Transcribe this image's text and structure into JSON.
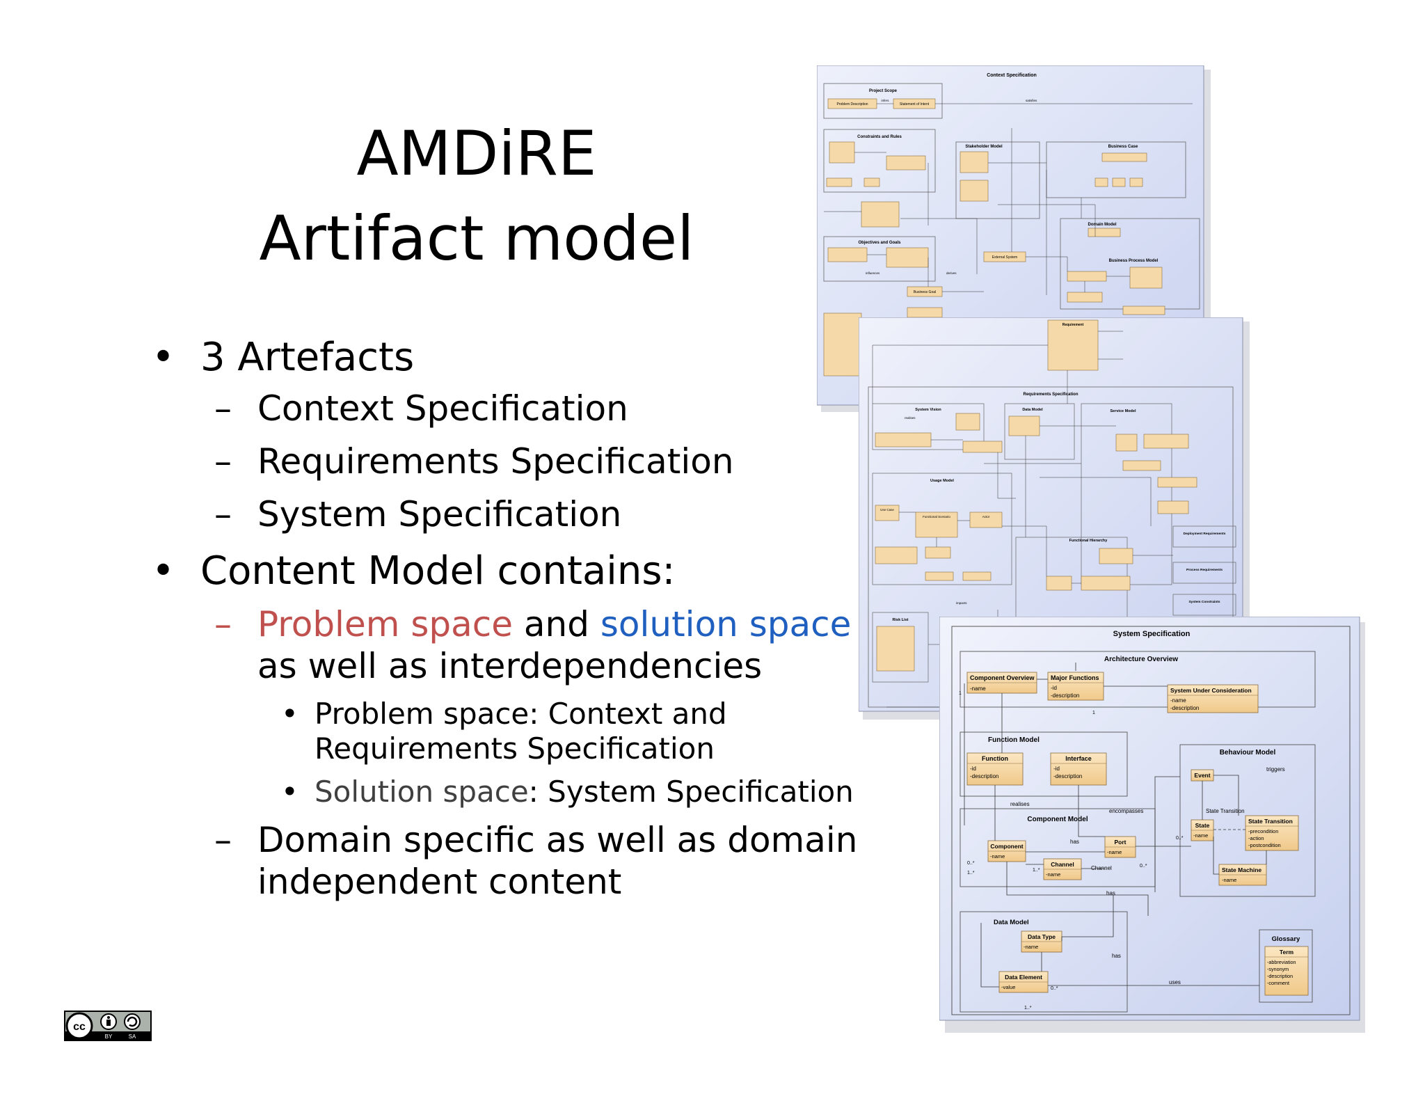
{
  "slide": {
    "title_line1": "AMDiRE",
    "title_line2": "Artifact model",
    "bullets": {
      "b1": "3 Artefacts",
      "b1_sub": [
        "Context Specification",
        "Requirements Specification",
        "System Specification"
      ],
      "b2": "Content Model contains:",
      "b2_sub1_part1": "Problem space",
      "b2_sub1_part2": " and ",
      "b2_sub1_part3": "solution space",
      "b2_sub1_line2": "as well as interdependencies",
      "b2_sub1_sub1_line1": "Problem space: Context and",
      "b2_sub1_sub1_line2": "Requirements Specification",
      "b2_sub1_sub2_part1": "Solution space",
      "b2_sub1_sub2_part2": ": System Specification",
      "b2_sub2_line1": "Domain specific as well as domain",
      "b2_sub2_line2": "independent content"
    },
    "bullet_glyph": "•",
    "dash_glyph": "–"
  },
  "diagram_context": {
    "title": "Context Specification",
    "labels": [
      "Project Scope",
      "Problem Description",
      "Statement of Intent",
      "Constraints and Rules",
      "Stakeholder Model",
      "Business Case",
      "Objectives and Goals",
      "Domain Model",
      "Business Process Model",
      "Business Goal",
      "External System",
      "infers",
      "satisfies",
      "influences",
      "derives"
    ]
  },
  "diagram_requirements": {
    "title": "Requirements Specification",
    "labels": [
      "Requirement",
      "System Vision",
      "Data Model",
      "Service Model",
      "Usage Model",
      "Functional Hierarchy",
      "Risk List",
      "Deployment Requirements",
      "Process Requirements",
      "System Constraints",
      "Use Case",
      "Functional Scenario",
      "Actor",
      "impacts",
      "realises"
    ]
  },
  "diagram_system": {
    "title": "System Specification",
    "architecture_overview": "Architecture Overview",
    "component_overview": "Component Overview",
    "component_overview_attr": "-name",
    "major_functions": "Major Functions",
    "major_functions_attrs": [
      "-id",
      "-description"
    ],
    "system_under_consideration": "System Under Consideration",
    "suc_attrs": [
      "-name",
      "-description"
    ],
    "function_model": "Function Model",
    "function": "Function",
    "function_attrs": [
      "-id",
      "-description"
    ],
    "interface": "Interface",
    "interface_attrs": [
      "-id",
      "-description"
    ],
    "behaviour_model": "Behaviour Model",
    "event": "Event",
    "triggers": "triggers",
    "state_transition_label": "State Transition",
    "state": "State",
    "state_attr": "-name",
    "state_transition": "State Transition",
    "state_transition_attrs": [
      "-precondition",
      "-action",
      "-postcondition"
    ],
    "state_machine": "State Machine",
    "state_machine_attr": "-name",
    "component_model": "Component Model",
    "component": "Component",
    "component_attr": "-name",
    "port": "Port",
    "port_attr": "-name",
    "channel": "Channel",
    "channel_attr": "-name",
    "channel_label": "Channel",
    "realises": "realises",
    "encompasses": "encompasses",
    "has": "has",
    "data_model": "Data Model",
    "data_type": "Data Type",
    "data_type_attr": "-name",
    "data_element": "Data Element",
    "data_element_attr": "-value",
    "glossary": "Glossary",
    "term": "Term",
    "term_attrs": [
      "-abbreviation",
      "-synonym",
      "-description",
      "-comment"
    ],
    "uses": "uses",
    "mult_1": "1",
    "mult_1n": "1..*",
    "mult_0n": "0..*"
  },
  "license": {
    "cc": "cc",
    "by": "BY",
    "sa": "SA"
  },
  "colors": {
    "red": "#c0504d",
    "blue": "#1f5fbf",
    "class_fill": "#f6d9a8",
    "class_stroke": "#8a6a3a",
    "diagram_bg": "#dde3f5"
  }
}
